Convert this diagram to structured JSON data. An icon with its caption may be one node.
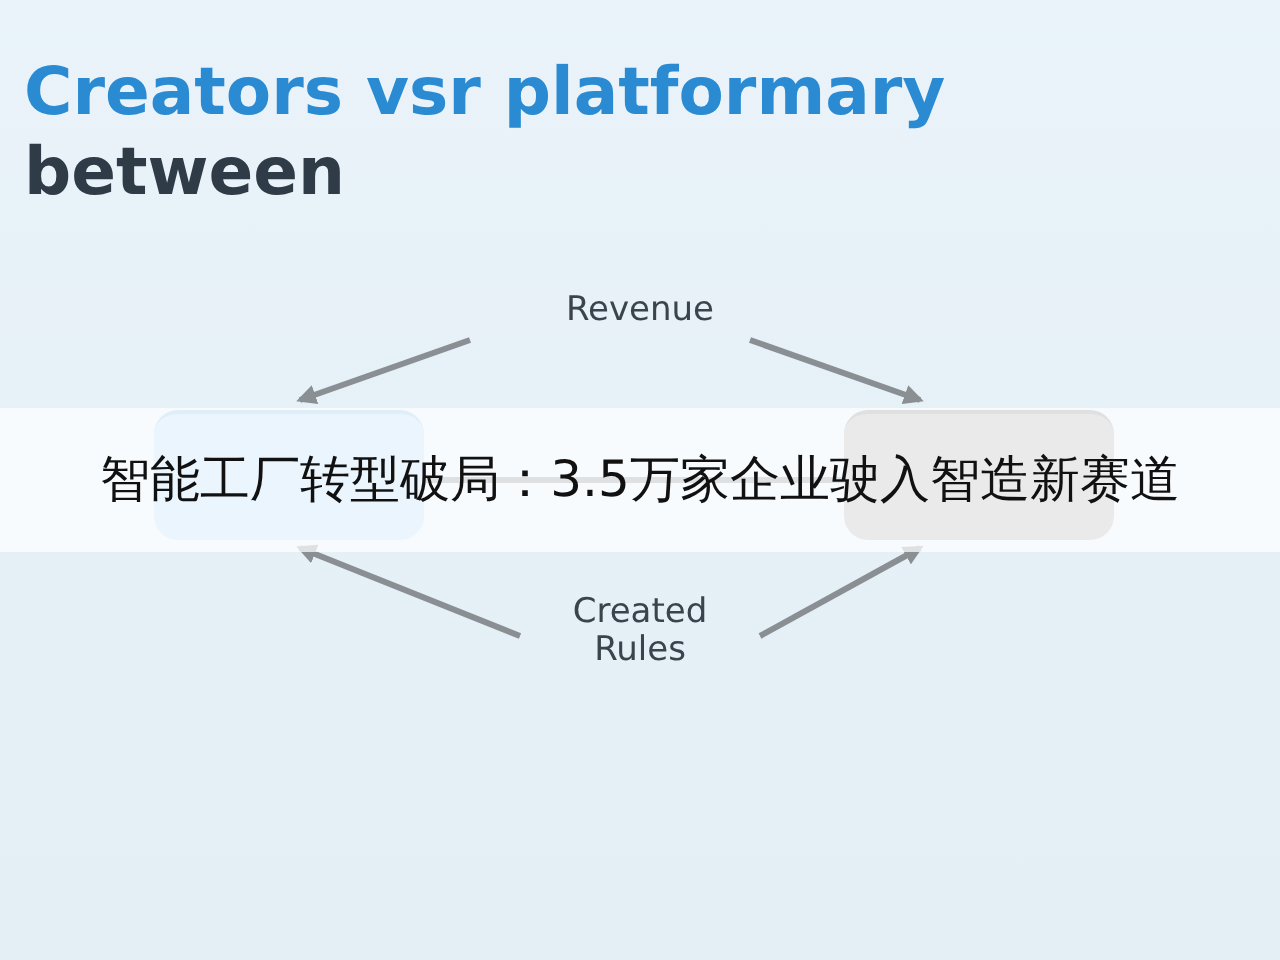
{
  "diagram": {
    "title": "Creators vsr platformary between",
    "nodes": [
      {
        "text": [
          "Revenue"
        ]
      },
      {
        "text": [],
        "shape": "box"
      },
      {
        "text": [],
        "shape": "box"
      },
      {
        "text": [
          "Created Rules"
        ]
      }
    ],
    "edges": [
      {
        "from": 0,
        "to": 1,
        "arrow": "to"
      },
      {
        "from": 0,
        "to": 2,
        "arrow": "to"
      },
      {
        "from": 1,
        "to": 2,
        "arrow": "none"
      },
      {
        "from": 3,
        "to": 1,
        "arrow": "to"
      },
      {
        "from": 3,
        "to": 2,
        "arrow": "to"
      }
    ],
    "labels": [
      "智能工厂转型破局：3.5万家企业驶入智造新赛道"
    ]
  }
}
